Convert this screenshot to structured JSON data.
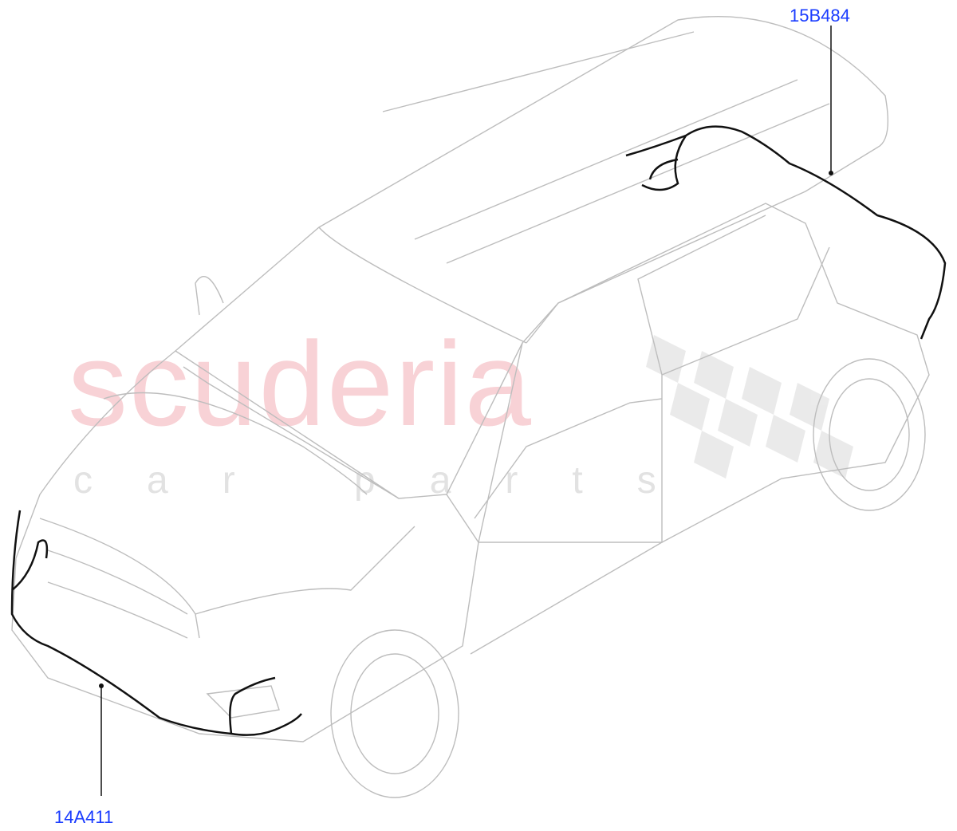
{
  "diagram": {
    "callouts": [
      {
        "id": "harness-rear",
        "label": "15B484"
      },
      {
        "id": "harness-front",
        "label": "14A411"
      }
    ],
    "colors": {
      "callout_text": "#1a3cff",
      "line_art": "#bdbdbd",
      "harness": "#111111",
      "watermark": "#f7c7cc"
    }
  },
  "watermark": {
    "main": "scuderia",
    "sub": "car parts"
  }
}
